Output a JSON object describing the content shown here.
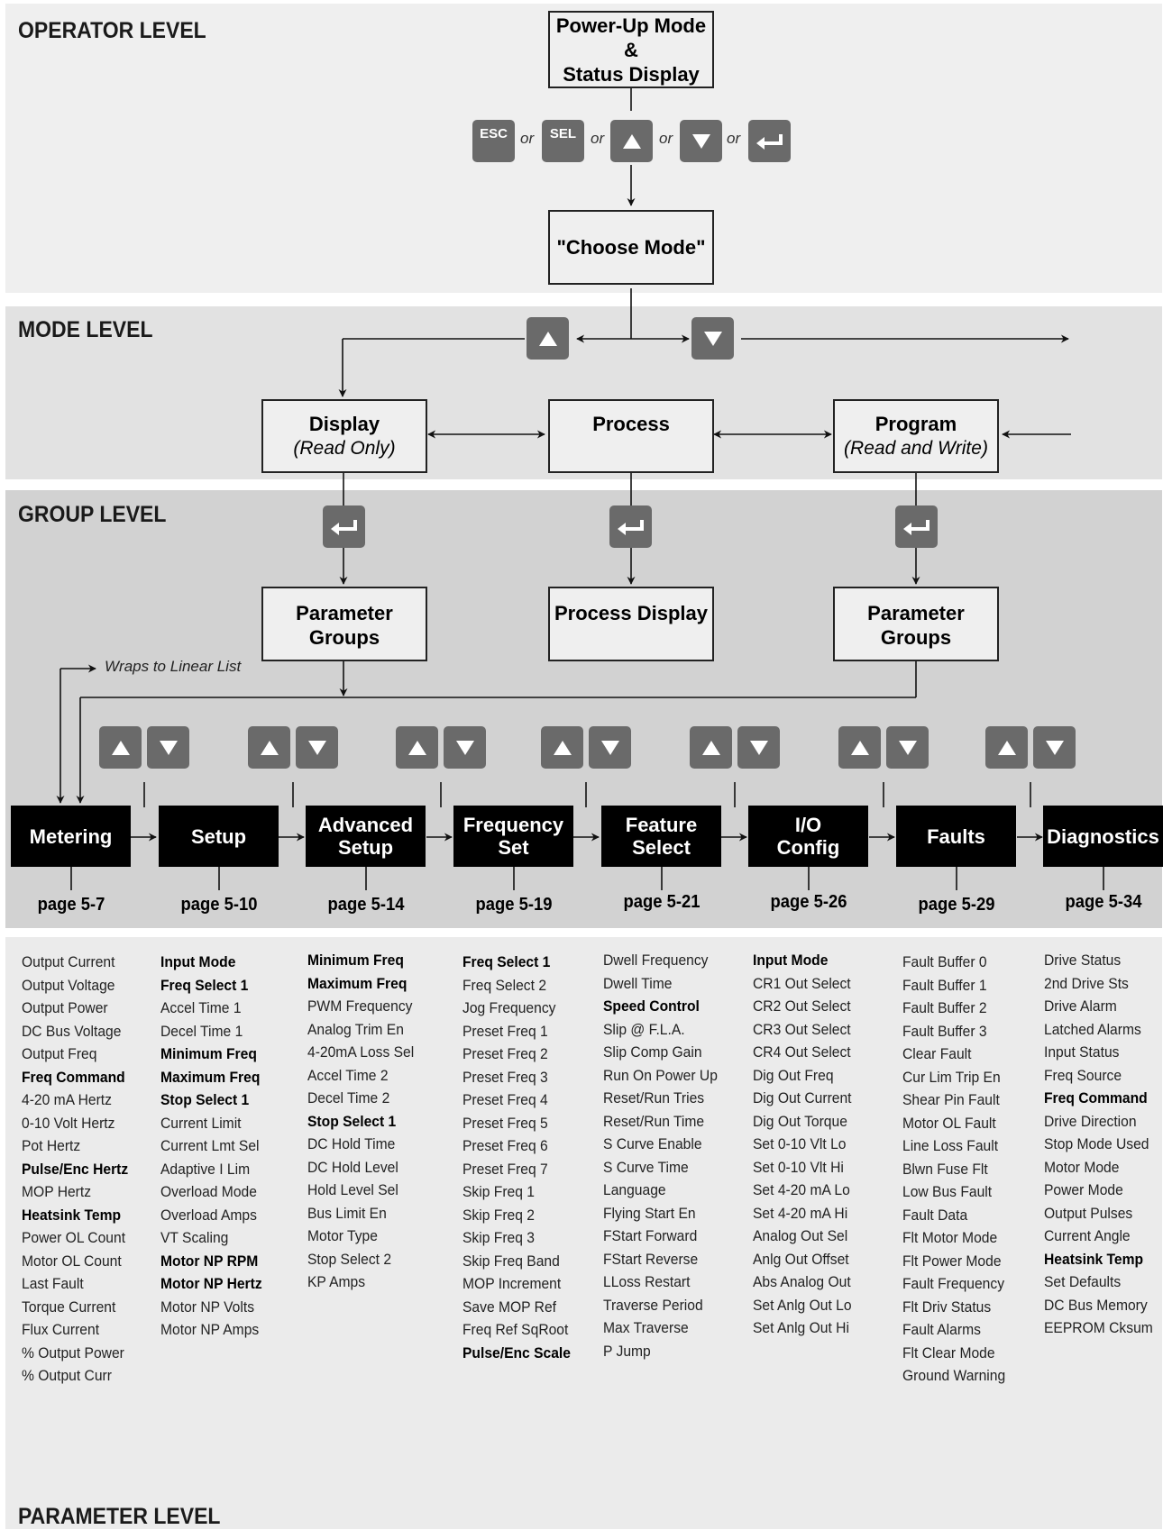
{
  "levels": {
    "operator": "OPERATOR LEVEL",
    "mode": "MODE LEVEL",
    "group": "GROUP LEVEL",
    "parameter": "PARAMETER LEVEL"
  },
  "operator": {
    "powerup_line1": "Power-Up Mode &",
    "powerup_line2": "Status Display",
    "keys": {
      "esc": "ESC",
      "sel": "SEL",
      "or": "or"
    },
    "choose_mode": "\"Choose Mode\""
  },
  "modes": {
    "display_title": "Display",
    "display_sub": "(Read Only)",
    "process_title": "Process",
    "program_title": "Program",
    "program_sub": "(Read and Write)"
  },
  "group_level": {
    "display_groups": "Parameter Groups",
    "process_display": "Process Display",
    "program_groups": "Parameter Groups",
    "wrap_note": "Wraps to Linear List"
  },
  "groups": [
    {
      "line1": "Metering",
      "line2": "",
      "page": "page 5-7"
    },
    {
      "line1": "Setup",
      "line2": "",
      "page": "page 5-10"
    },
    {
      "line1": "Advanced",
      "line2": "Setup",
      "page": "page 5-14"
    },
    {
      "line1": "Frequency",
      "line2": "Set",
      "page": "page 5-19"
    },
    {
      "line1": "Feature",
      "line2": "Select",
      "page": "page 5-21"
    },
    {
      "line1": "I/O",
      "line2": "Config",
      "page": "page 5-26"
    },
    {
      "line1": "Faults",
      "line2": "",
      "page": "page 5-29"
    },
    {
      "line1": "Diagnostics",
      "line2": "",
      "page": "page 5-34"
    }
  ],
  "parameters": [
    {
      "items": [
        "Output Current",
        "Output Voltage",
        "Output Power",
        "DC Bus Voltage",
        "Output Freq",
        "Freq Command",
        "4-20 mA Hertz",
        "0-10 Volt Hertz",
        "Pot Hertz",
        "Pulse/Enc Hertz",
        "MOP Hertz",
        "Heatsink Temp",
        "Power OL Count",
        "Motor OL Count",
        "Last Fault",
        "Torque Current",
        "Flux Current",
        "% Output Power",
        "% Output Curr"
      ],
      "bold": [
        "Freq Command",
        "Pulse/Enc Hertz",
        "Heatsink Temp"
      ]
    },
    {
      "items": [
        "Input Mode",
        "Freq Select 1",
        "Accel Time 1",
        "Decel Time 1",
        "Minimum Freq",
        "Maximum Freq",
        "Stop Select 1",
        "Current Limit",
        "Current Lmt Sel",
        "Adaptive I Lim",
        "Overload Mode",
        "Overload Amps",
        "VT Scaling",
        "Motor NP RPM",
        "Motor NP Hertz",
        "Motor NP Volts",
        "Motor NP Amps"
      ],
      "bold": [
        "Input Mode",
        "Freq Select 1",
        "Minimum Freq",
        "Maximum Freq",
        "Stop Select 1",
        "Motor NP RPM",
        "Motor NP Hertz"
      ]
    },
    {
      "items": [
        "Minimum Freq",
        "Maximum Freq",
        "PWM Frequency",
        "Analog Trim En",
        "4-20mA Loss Sel",
        "Accel Time 2",
        "Decel Time 2",
        "Stop Select 1",
        "DC Hold Time",
        "DC Hold Level",
        "Hold Level Sel",
        "Bus Limit En",
        "Motor Type",
        "Stop Select 2",
        "KP Amps"
      ],
      "bold": [
        "Minimum Freq",
        "Maximum Freq",
        "Stop Select 1"
      ]
    },
    {
      "items": [
        "Freq Select 1",
        "Freq Select 2",
        "Jog Frequency",
        "Preset Freq 1",
        "Preset Freq 2",
        "Preset Freq 3",
        "Preset Freq 4",
        "Preset Freq 5",
        "Preset Freq 6",
        "Preset Freq 7",
        "Skip Freq 1",
        "Skip Freq 2",
        "Skip Freq 3",
        "Skip Freq Band",
        "MOP Increment",
        "Save MOP Ref",
        "Freq Ref SqRoot",
        "Pulse/Enc Scale"
      ],
      "bold": [
        "Freq Select 1",
        "Pulse/Enc Scale"
      ]
    },
    {
      "items": [
        "Dwell Frequency",
        "Dwell Time",
        "Speed Control",
        "Slip @ F.L.A.",
        "Slip Comp Gain",
        "Run On Power Up",
        "Reset/Run Tries",
        "Reset/Run Time",
        "S Curve Enable",
        "S Curve Time",
        "Language",
        "Flying Start En",
        "FStart Forward",
        "FStart Reverse",
        "LLoss Restart",
        "Traverse Period",
        "Max Traverse",
        "P Jump"
      ],
      "bold": [
        "Speed Control"
      ]
    },
    {
      "items": [
        "Input Mode",
        "CR1 Out Select",
        "CR2 Out Select",
        "CR3 Out Select",
        "CR4 Out Select",
        "Dig Out Freq",
        "Dig Out Current",
        "Dig Out Torque",
        "Set 0-10 Vlt Lo",
        "Set 0-10 Vlt Hi",
        "Set 4-20 mA Lo",
        "Set 4-20 mA Hi",
        "Analog Out Sel",
        "Anlg Out Offset",
        "Abs Analog Out",
        "Set Anlg Out Lo",
        "Set Anlg Out Hi"
      ],
      "bold": [
        "Input Mode"
      ]
    },
    {
      "items": [
        "Fault Buffer 0",
        "Fault Buffer 1",
        "Fault Buffer 2",
        "Fault Buffer 3",
        "Clear Fault",
        "Cur Lim Trip En",
        "Shear Pin Fault",
        "Motor OL Fault",
        "Line Loss Fault",
        "Blwn Fuse Flt",
        "Low Bus Fault",
        "Fault Data",
        "Flt Motor Mode",
        "Flt Power Mode",
        "Fault Frequency",
        "Flt Driv Status",
        "Fault Alarms",
        "Flt Clear Mode",
        "Ground Warning"
      ],
      "bold": []
    },
    {
      "items": [
        "Drive Status",
        "2nd Drive Sts",
        "Drive Alarm",
        "Latched Alarms",
        "Input Status",
        "Freq Source",
        "Freq Command",
        "Drive Direction",
        "Stop Mode Used",
        "Motor Mode",
        "Power Mode",
        "Output Pulses",
        "Current Angle",
        "Heatsink Temp",
        "Set Defaults",
        "DC Bus Memory",
        "EEPROM Cksum"
      ],
      "bold": [
        "Freq Command",
        "Heatsink Temp"
      ]
    }
  ]
}
